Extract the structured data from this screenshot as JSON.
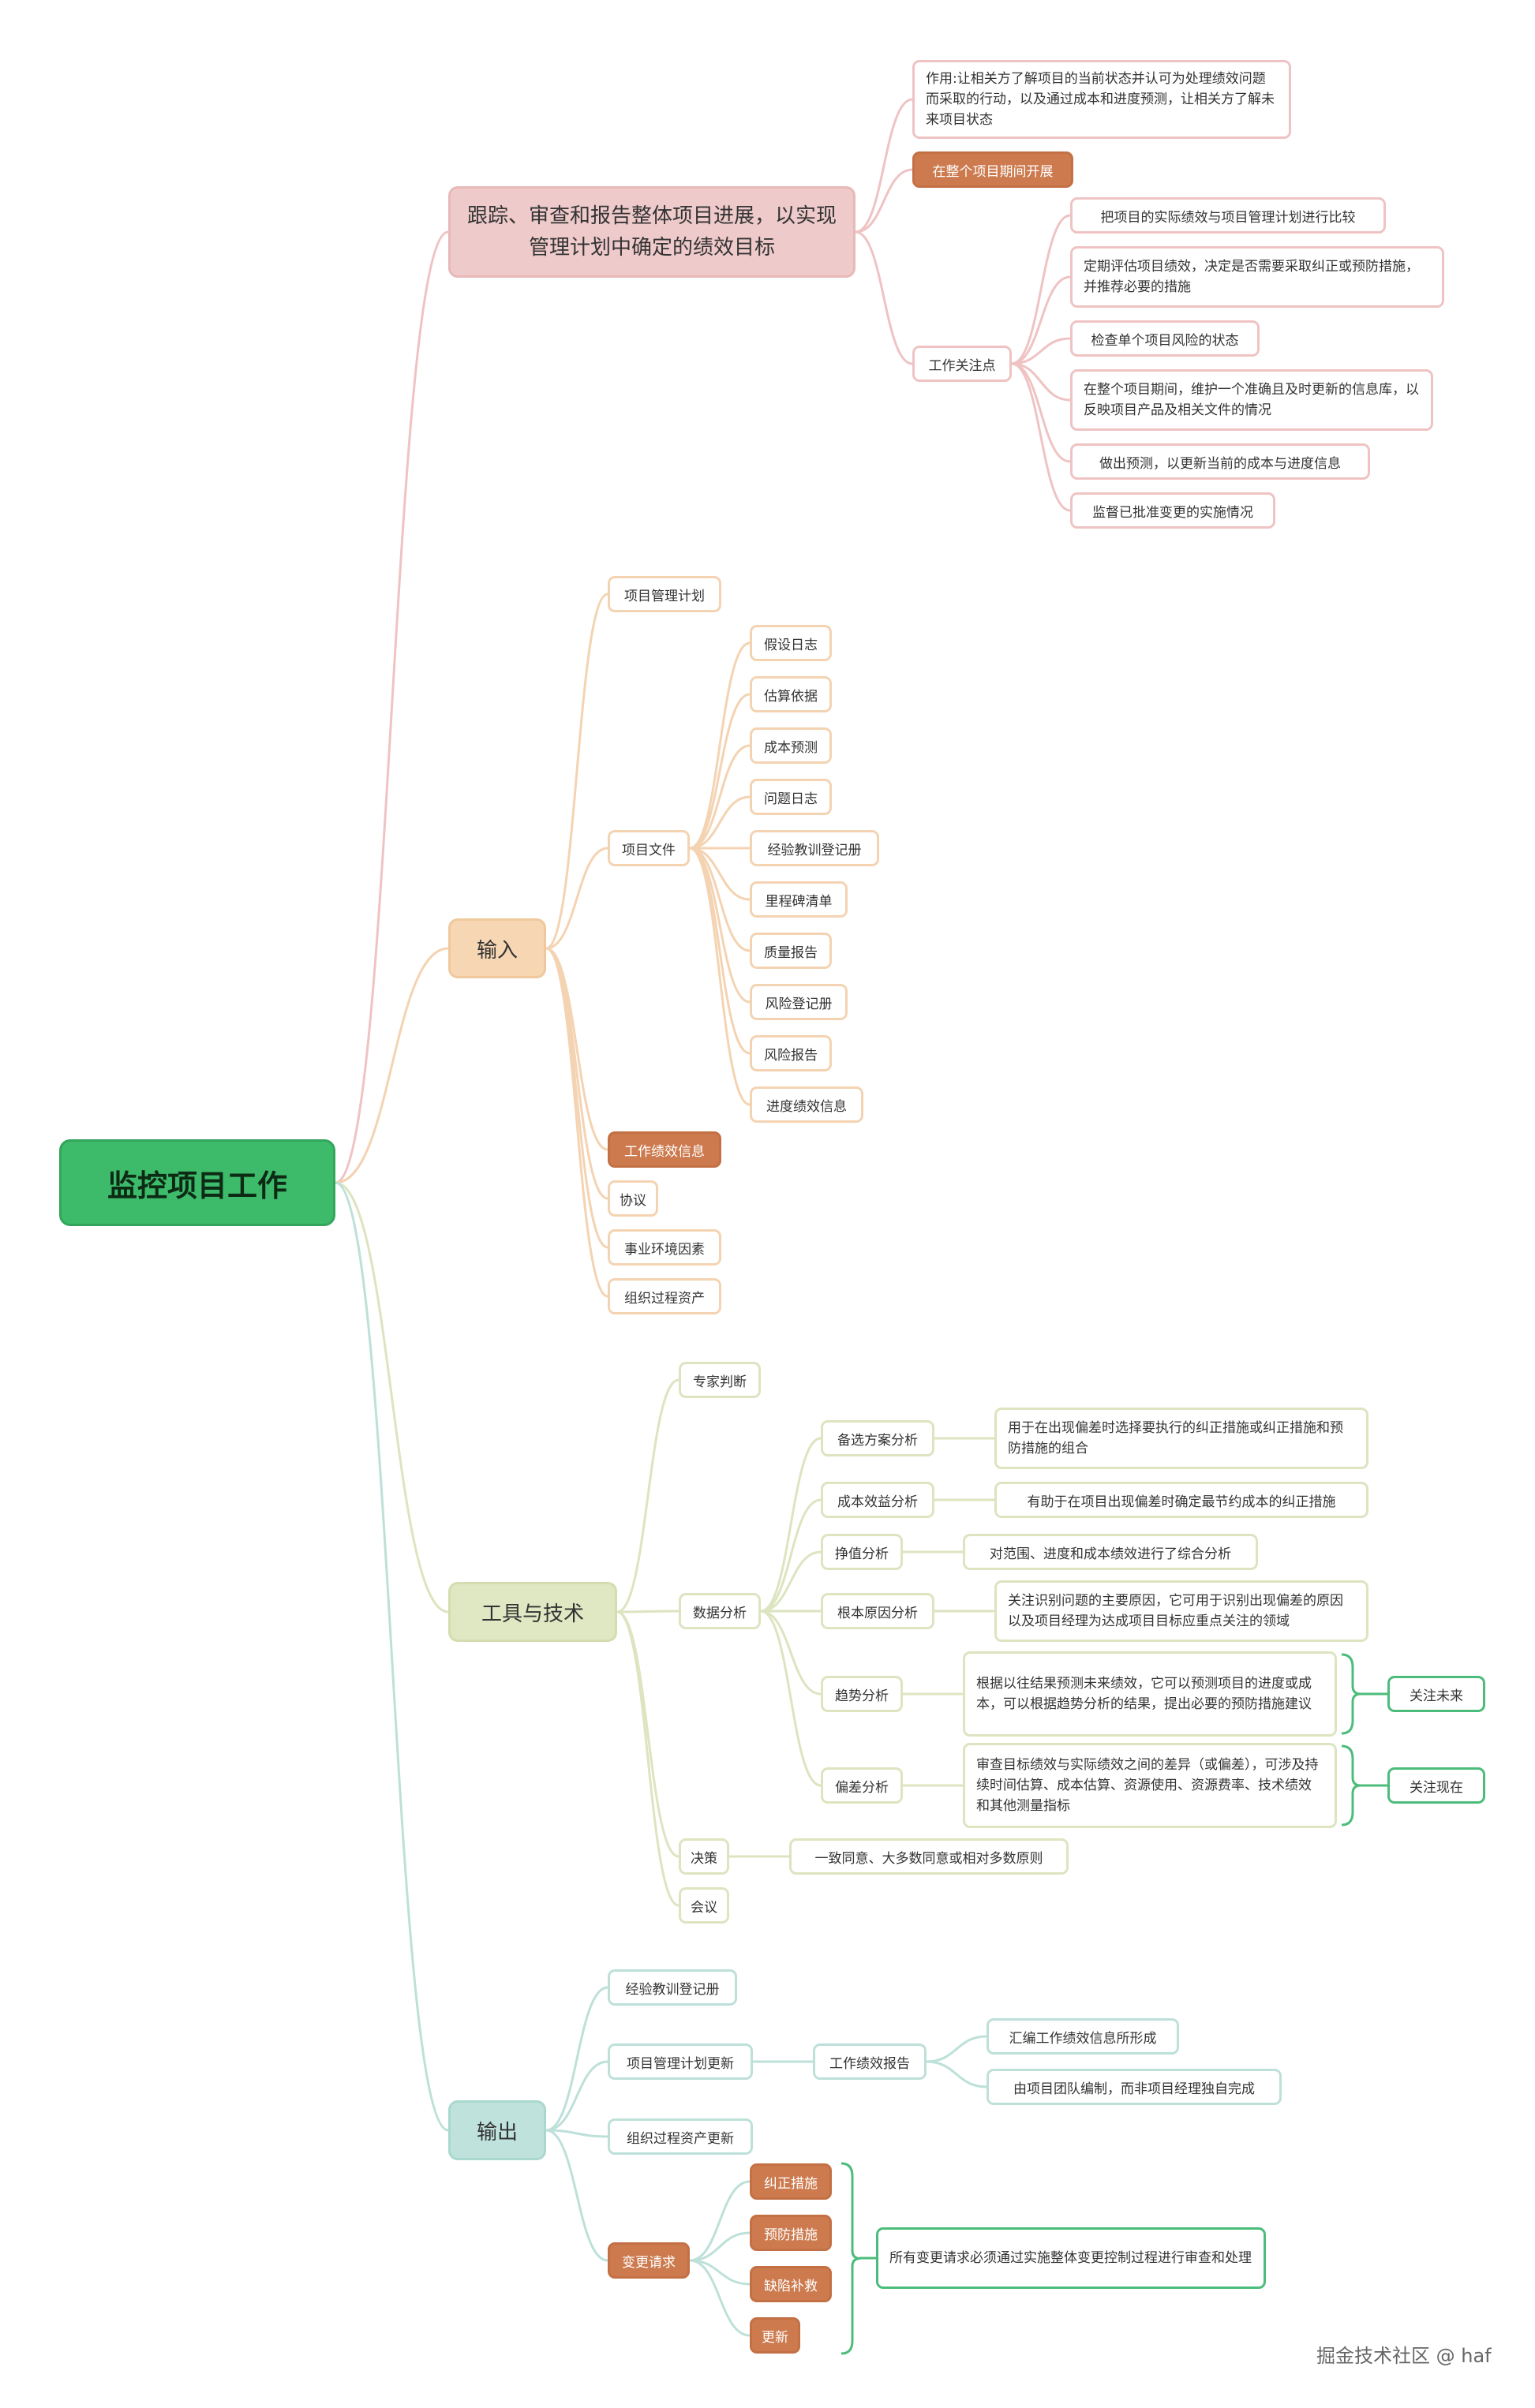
{
  "root": "监控项目工作",
  "branch1": {
    "title": "跟踪、审查和报告整体项目进展，以实现管理计划中确定的绩效目标",
    "purpose": "作用:让相关方了解项目的当前状态并认可为处理绩效问题而采取的行动，以及通过成本和进度预测，让相关方了解未来项目状态",
    "timing": "在整个项目期间开展",
    "focus_label": "工作关注点",
    "focus_items": [
      "把项目的实际绩效与项目管理计划进行比较",
      "定期评估项目绩效，决定是否需要采取纠正或预防措施，并推荐必要的措施",
      "检查单个项目风险的状态",
      "在整个项目期间，维护一个准确且及时更新的信息库，以反映项目产品及相关文件的情况",
      "做出预测，以更新当前的成本与进度信息",
      "监督已批准变更的实施情况"
    ]
  },
  "branch2": {
    "title": "输入",
    "pm_plan": "项目管理计划",
    "project_docs": "项目文件",
    "docs": [
      "假设日志",
      "估算依据",
      "成本预测",
      "问题日志",
      "经验教训登记册",
      "里程碑清单",
      "质量报告",
      "风险登记册",
      "风险报告",
      "进度绩效信息"
    ],
    "work_perf_info": "工作绩效信息",
    "agreements": "协议",
    "eef": "事业环境因素",
    "opa": "组织过程资产"
  },
  "branch3": {
    "title": "工具与技术",
    "expert": "专家判断",
    "data_analysis": "数据分析",
    "analyses": [
      {
        "name": "备选方案分析",
        "desc": "用于在出现偏差时选择要执行的纠正措施或纠正措施和预防措施的组合"
      },
      {
        "name": "成本效益分析",
        "desc": "有助于在项目出现偏差时确定最节约成本的纠正措施"
      },
      {
        "name": "挣值分析",
        "desc": "对范围、进度和成本绩效进行了综合分析"
      },
      {
        "name": "根本原因分析",
        "desc": "关注识别问题的主要原因，它可用于识别出现偏差的原因以及项目经理为达成项目目标应重点关注的领域"
      },
      {
        "name": "趋势分析",
        "desc": "根据以往结果预测未来绩效，它可以预测项目的进度或成本，可以根据趋势分析的结果，提出必要的预防措施建议"
      },
      {
        "name": "偏差分析",
        "desc": "审查目标绩效与实际绩效之间的差异（或偏差），可涉及持续时间估算、成本估算、资源使用、资源费率、技术绩效和其他测量指标"
      }
    ],
    "future": "关注未来",
    "now": "关注现在",
    "decision": "决策",
    "decision_desc": "一致同意、大多数同意或相对多数原则",
    "meetings": "会议"
  },
  "branch4": {
    "title": "输出",
    "lessons": "经验教训登记册",
    "pm_plan_updates": "项目管理计划更新",
    "work_perf_report": "工作绩效报告",
    "report_items": [
      "汇编工作绩效信息所形成",
      "由项目团队编制，而非项目经理独自完成"
    ],
    "opa_updates": "组织过程资产更新",
    "change_requests": "变更请求",
    "change_items": [
      "纠正措施",
      "预防措施",
      "缺陷补救",
      "更新"
    ],
    "change_note": "所有变更请求必须通过实施整体变更控制过程进行审查和处理"
  },
  "watermark": "掘金技术社区 @ haf",
  "colors": {
    "red": "#efc3c3",
    "orange": "#f4d3b2",
    "green": "#dce4c0",
    "teal": "#bde0d9",
    "root": "#3dbb6a",
    "brown": "#cc7a4e",
    "accent_green": "#4cbc7b"
  }
}
